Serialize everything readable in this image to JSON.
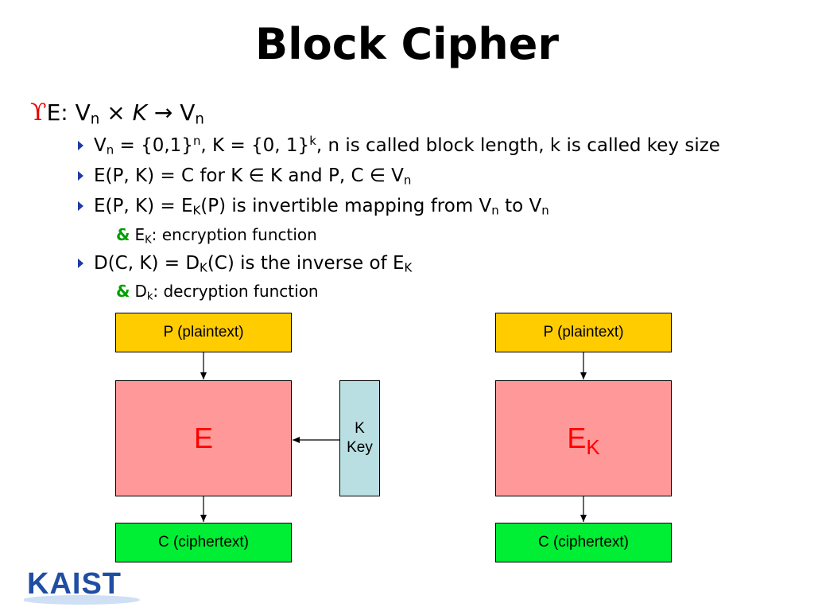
{
  "title": "Block Cipher",
  "bullets": {
    "main": {
      "bullet": "ϒ",
      "prefix": "E: V",
      "sub1": "n",
      "times": " × ",
      "k": "K",
      "arrow": " → V",
      "sub2": "n"
    },
    "line1": {
      "a": "V",
      "a_sub": "n",
      "b": " = {0,1}",
      "b_sup": "n",
      "c": ", K = {0, 1}",
      "c_sup": "k",
      "d": ", n is called block length, k is called key size"
    },
    "line2": {
      "a": "E(P, K) = C for K ∈ K and P, C ∈ V",
      "a_sub": "n"
    },
    "line3": {
      "a": "E(P, K) = E",
      "a_sub": "K",
      "b": "(P) is invertible mapping from V",
      "b_sub": "n",
      "c": " to V",
      "c_sub": "n"
    },
    "line3_sub": {
      "a": "E",
      "a_sub": "K",
      "b": ": encryption function"
    },
    "line4": {
      "a": "D(C, K) = D",
      "a_sub": "K",
      "b": "(C) is the inverse of E",
      "b_sub": "K"
    },
    "line4_sub": {
      "a": "D",
      "a_sub": "k",
      "b": ": decryption function"
    },
    "sub_marker": "&"
  },
  "diagram_left": {
    "plaintext": "P (plaintext)",
    "cipher_label": "E",
    "key_line1": "K",
    "key_line2": "Key",
    "ciphertext": "C (ciphertext)"
  },
  "diagram_right": {
    "plaintext": "P (plaintext)",
    "cipher_label": "E",
    "cipher_sub": "K",
    "ciphertext": "C (ciphertext)"
  },
  "logo": {
    "text": "KAIST"
  },
  "colors": {
    "bullet_red": "#e60000",
    "triangle_blue": "#1f3aa8",
    "marker_green": "#00a000",
    "plaintext_box": "#ffcc00",
    "cipher_box": "#ff9999",
    "key_box": "#b9dfe2",
    "ciphertext_box": "#00ee33",
    "logo_blue": "#1f4ea3"
  }
}
